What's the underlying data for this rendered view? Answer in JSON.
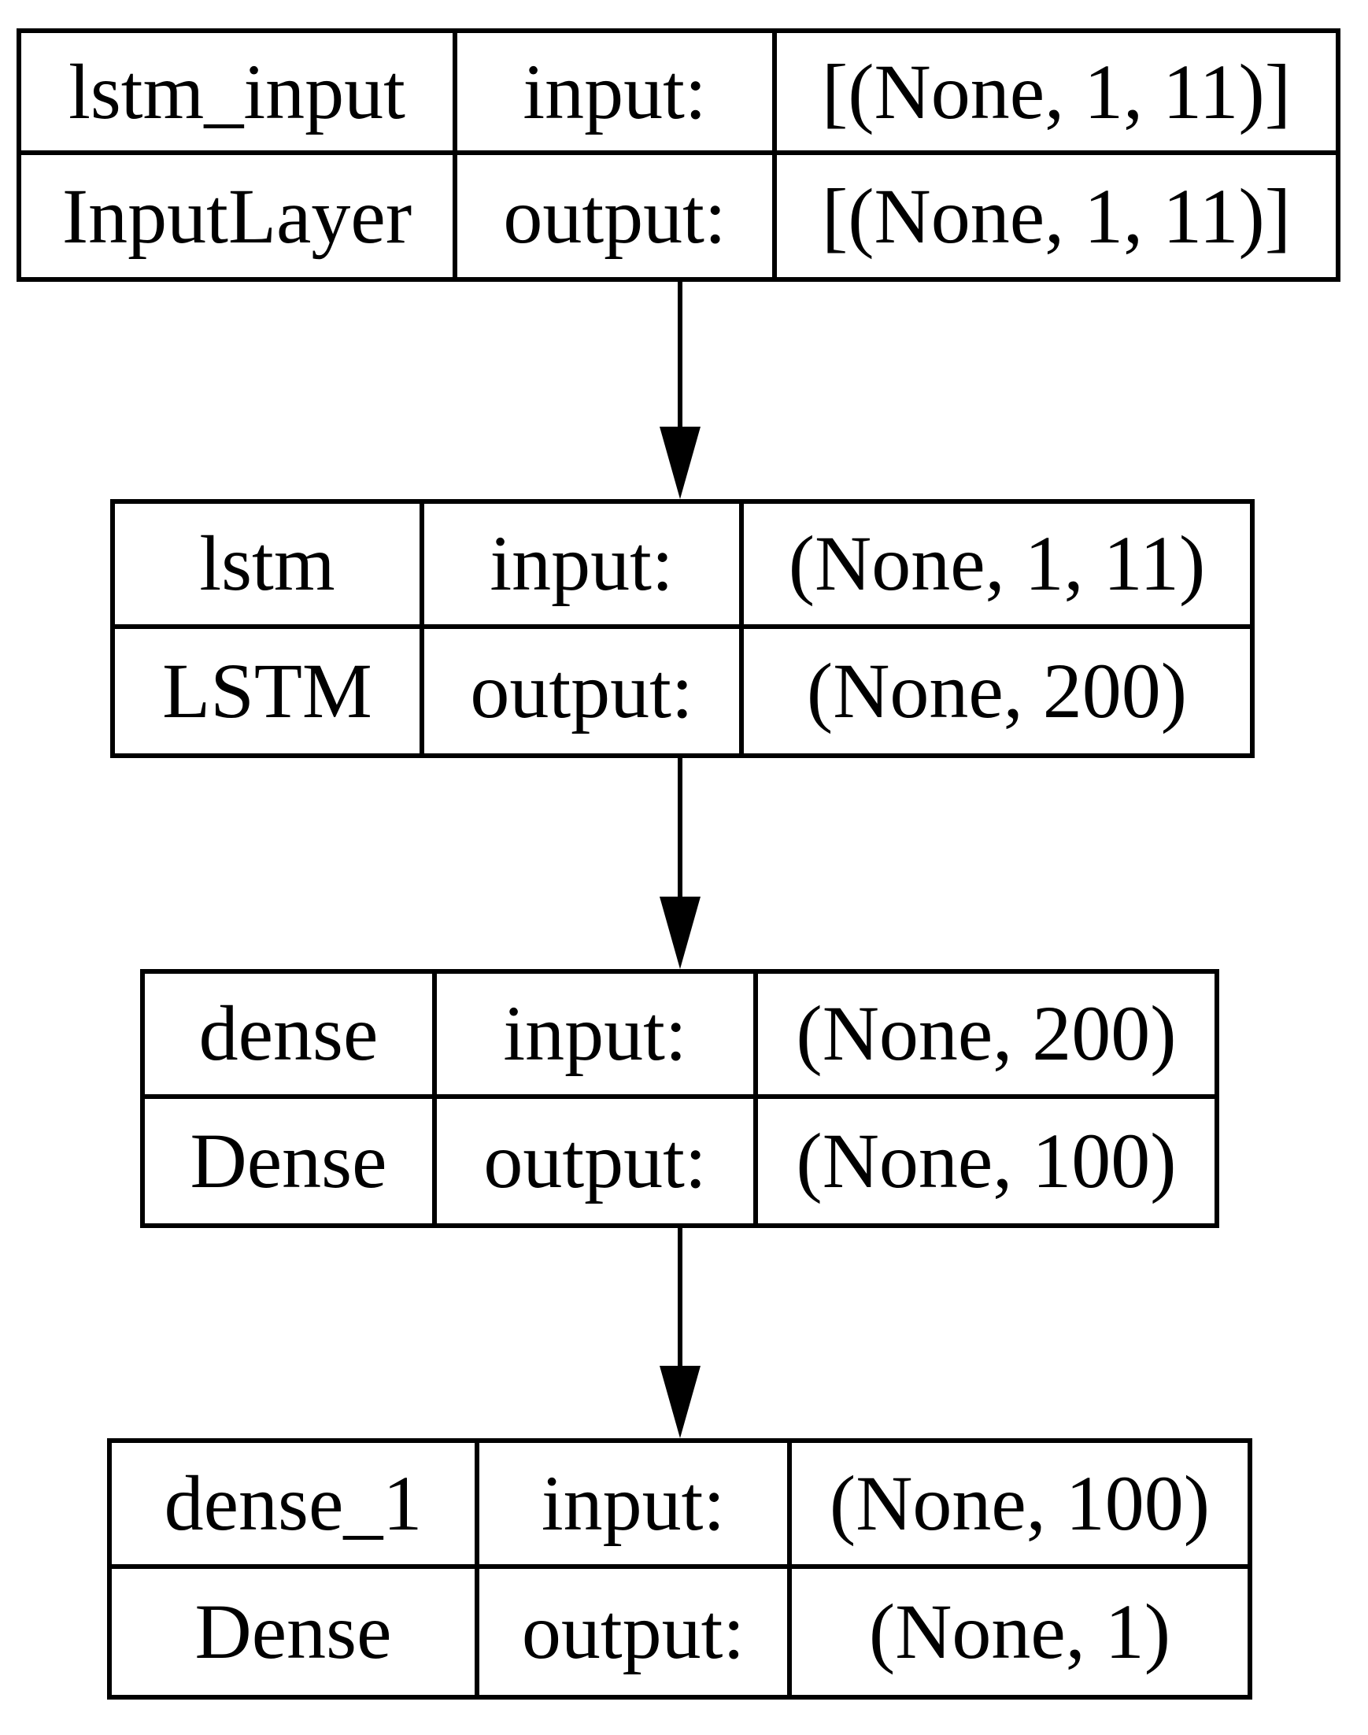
{
  "diagram": {
    "colors": {
      "background": "#ffffff",
      "line": "#000000",
      "text": "#000000"
    },
    "nodes": [
      {
        "name": "lstm_input",
        "layer_type": "InputLayer",
        "input_label": "input:",
        "output_label": "output:",
        "input_shape": "[(None, 1, 11)]",
        "output_shape": "[(None, 1, 11)]"
      },
      {
        "name": "lstm",
        "layer_type": "LSTM",
        "input_label": "input:",
        "output_label": "output:",
        "input_shape": "(None, 1, 11)",
        "output_shape": "(None, 200)"
      },
      {
        "name": "dense",
        "layer_type": "Dense",
        "input_label": "input:",
        "output_label": "output:",
        "input_shape": "(None, 200)",
        "output_shape": "(None, 100)"
      },
      {
        "name": "dense_1",
        "layer_type": "Dense",
        "input_label": "input:",
        "output_label": "output:",
        "input_shape": "(None, 100)",
        "output_shape": "(None, 1)"
      }
    ],
    "edges": [
      {
        "from": "lstm_input",
        "to": "lstm"
      },
      {
        "from": "lstm",
        "to": "dense"
      },
      {
        "from": "dense",
        "to": "dense_1"
      }
    ]
  }
}
